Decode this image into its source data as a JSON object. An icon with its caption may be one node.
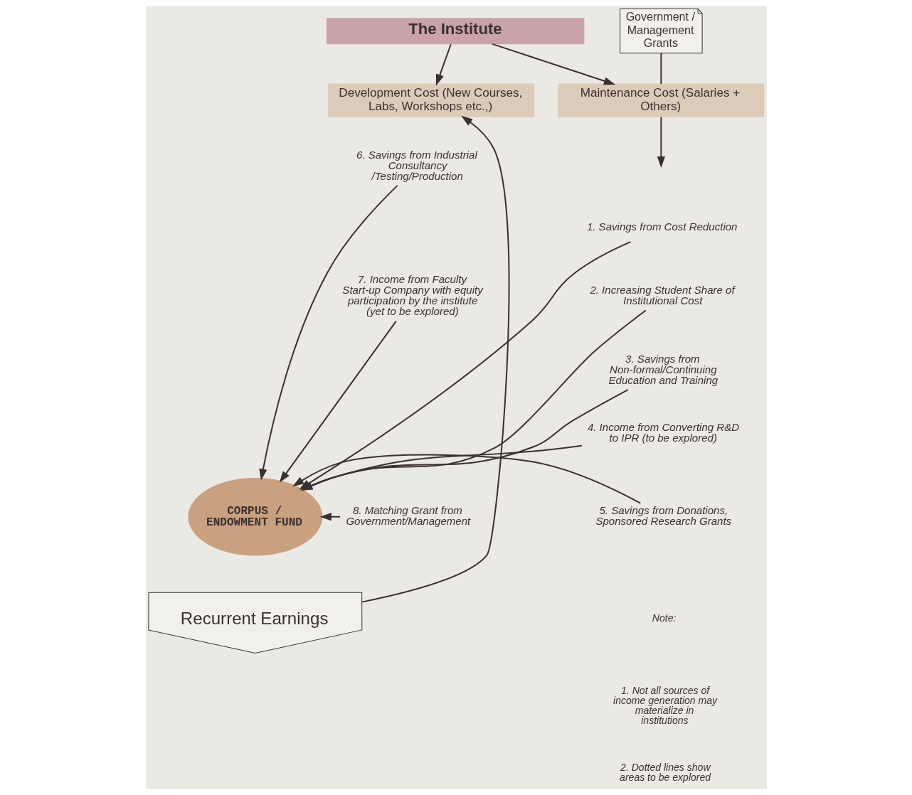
{
  "diagram": {
    "nodes": [
      {
        "text": [
          "The Institute"
        ]
      },
      {
        "text": [
          "Government / Management Grants"
        ]
      },
      {
        "text": [
          "Development Cost (New Courses, Labs, Workshops etc.,)"
        ]
      },
      {
        "text": [
          "Maintenance Cost (Salaries + Others)"
        ]
      },
      {
        "text": [
          "CORPUS / ENDOWMENT FUND"
        ]
      },
      {
        "text": [
          "1. Savings from Cost Reduction"
        ]
      },
      {
        "text": [
          "2. Increasing Student Share of Institutional Cost"
        ]
      },
      {
        "text": [
          "3. Savings from Non-formal/Continuing Education and Training"
        ]
      },
      {
        "text": [
          "4. Income from Converting R&D to IPR (to be explored)"
        ]
      },
      {
        "text": [
          "5. Savings from Donations, Sponsored Research Grants"
        ]
      },
      {
        "text": [
          "6. Savings from Industrial Consultancy /Testing/Production"
        ]
      },
      {
        "text": [
          "7. Income from Faculty Start-up Company with equity participation by the institute (yet to be explored)"
        ]
      },
      {
        "text": [
          "8. Matching Grant from Government/Management"
        ]
      },
      {
        "text": [
          "Recurrent Earnings"
        ]
      }
    ],
    "edges": [
      {
        "from": 0,
        "to": 2,
        "arrow": "to"
      },
      {
        "from": 0,
        "to": 3,
        "arrow": "to"
      },
      {
        "from": 1,
        "to": 3,
        "arrow": "none"
      },
      {
        "from": 3,
        "to": null,
        "arrow": "to"
      },
      {
        "from": 5,
        "to": 4,
        "arrow": "to"
      },
      {
        "from": 6,
        "to": 4,
        "arrow": "to"
      },
      {
        "from": 7,
        "to": 4,
        "arrow": "to"
      },
      {
        "from": 8,
        "to": 4,
        "arrow": "to"
      },
      {
        "from": 9,
        "to": 4,
        "arrow": "to"
      },
      {
        "from": 10,
        "to": 4,
        "arrow": "to"
      },
      {
        "from": 11,
        "to": 4,
        "arrow": "to"
      },
      {
        "from": 12,
        "to": 4,
        "arrow": "to"
      },
      {
        "from": 13,
        "to": 2,
        "arrow": "to"
      }
    ],
    "labels": [
      "Note:",
      "1. Not all sources of income generation may materialize in institutions",
      "2. Dotted lines show areas to be explored"
    ]
  }
}
